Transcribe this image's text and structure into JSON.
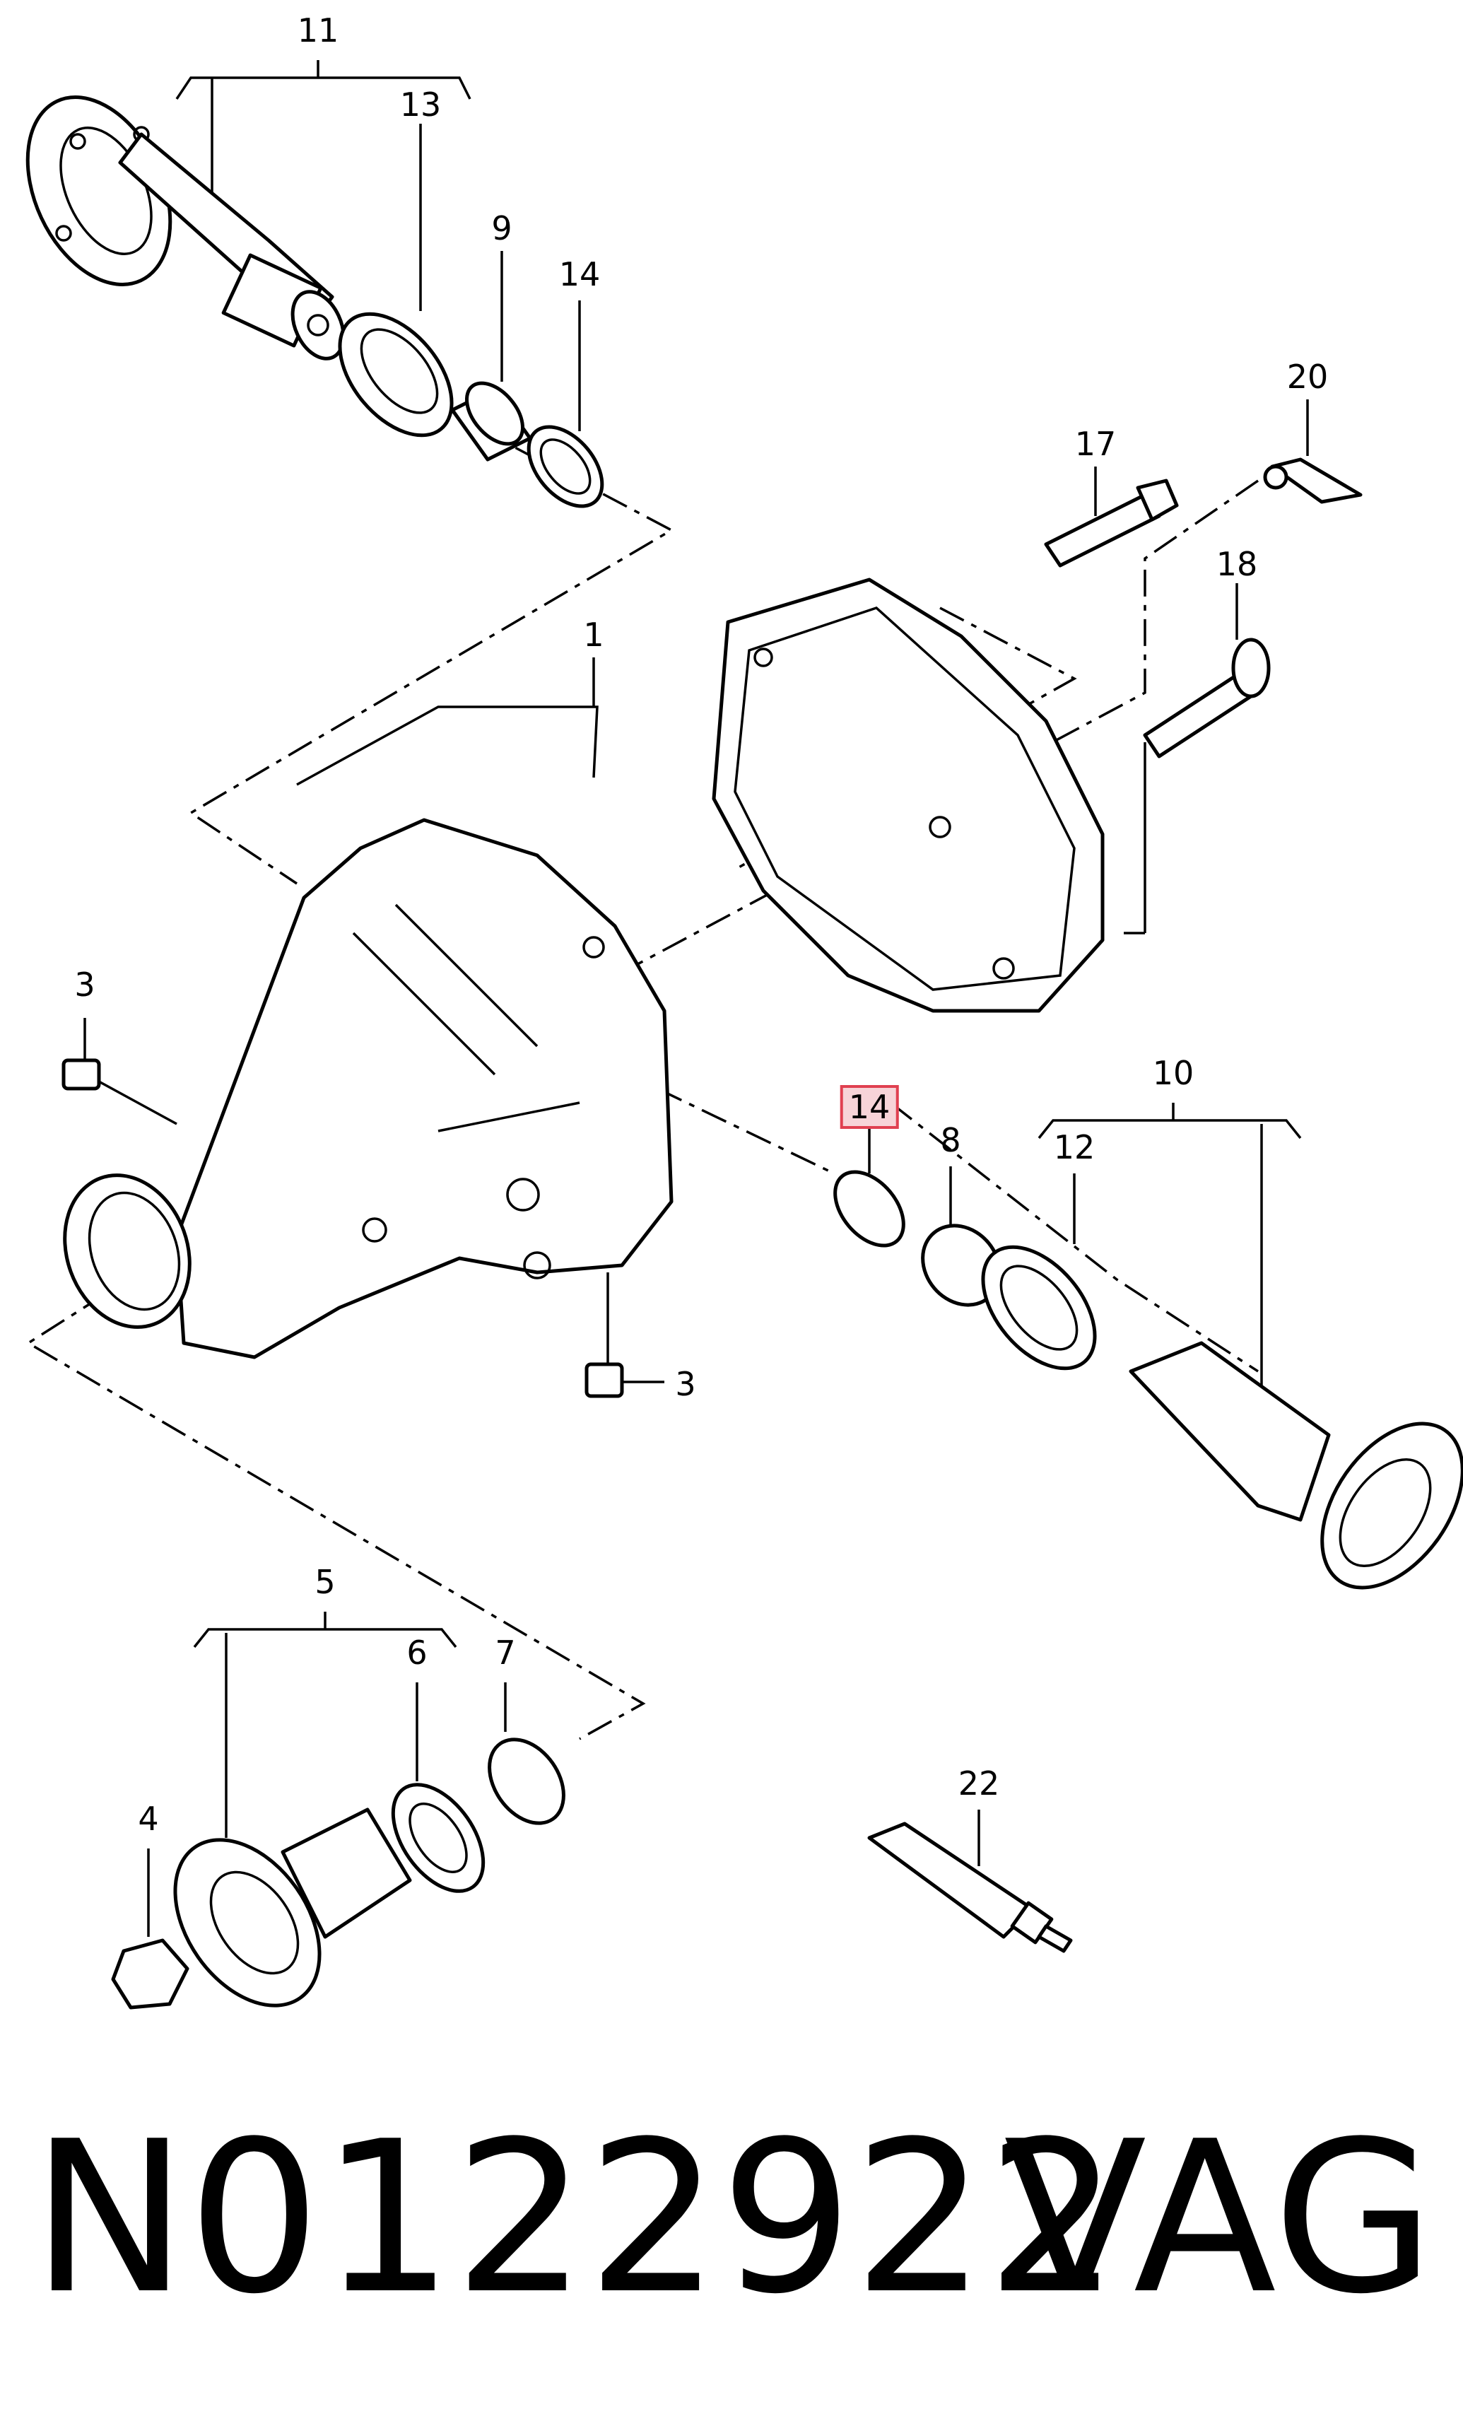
{
  "diagram": {
    "callouts": [
      {
        "id": "c1",
        "text": "1"
      },
      {
        "id": "c3a",
        "text": "3"
      },
      {
        "id": "c3b",
        "text": "3"
      },
      {
        "id": "c4",
        "text": "4"
      },
      {
        "id": "c5",
        "text": "5"
      },
      {
        "id": "c6",
        "text": "6"
      },
      {
        "id": "c7",
        "text": "7"
      },
      {
        "id": "c8",
        "text": "8"
      },
      {
        "id": "c9",
        "text": "9"
      },
      {
        "id": "c10",
        "text": "10"
      },
      {
        "id": "c11",
        "text": "11"
      },
      {
        "id": "c12",
        "text": "12"
      },
      {
        "id": "c13",
        "text": "13"
      },
      {
        "id": "c14a",
        "text": "14"
      },
      {
        "id": "c14b",
        "text": "14",
        "highlighted": true
      },
      {
        "id": "c17",
        "text": "17"
      },
      {
        "id": "c18",
        "text": "18"
      },
      {
        "id": "c20",
        "text": "20"
      },
      {
        "id": "c22",
        "text": "22"
      }
    ],
    "highlight_color": "#e04050"
  },
  "footer": {
    "part_number": "N0122922",
    "brand": "VAG"
  }
}
